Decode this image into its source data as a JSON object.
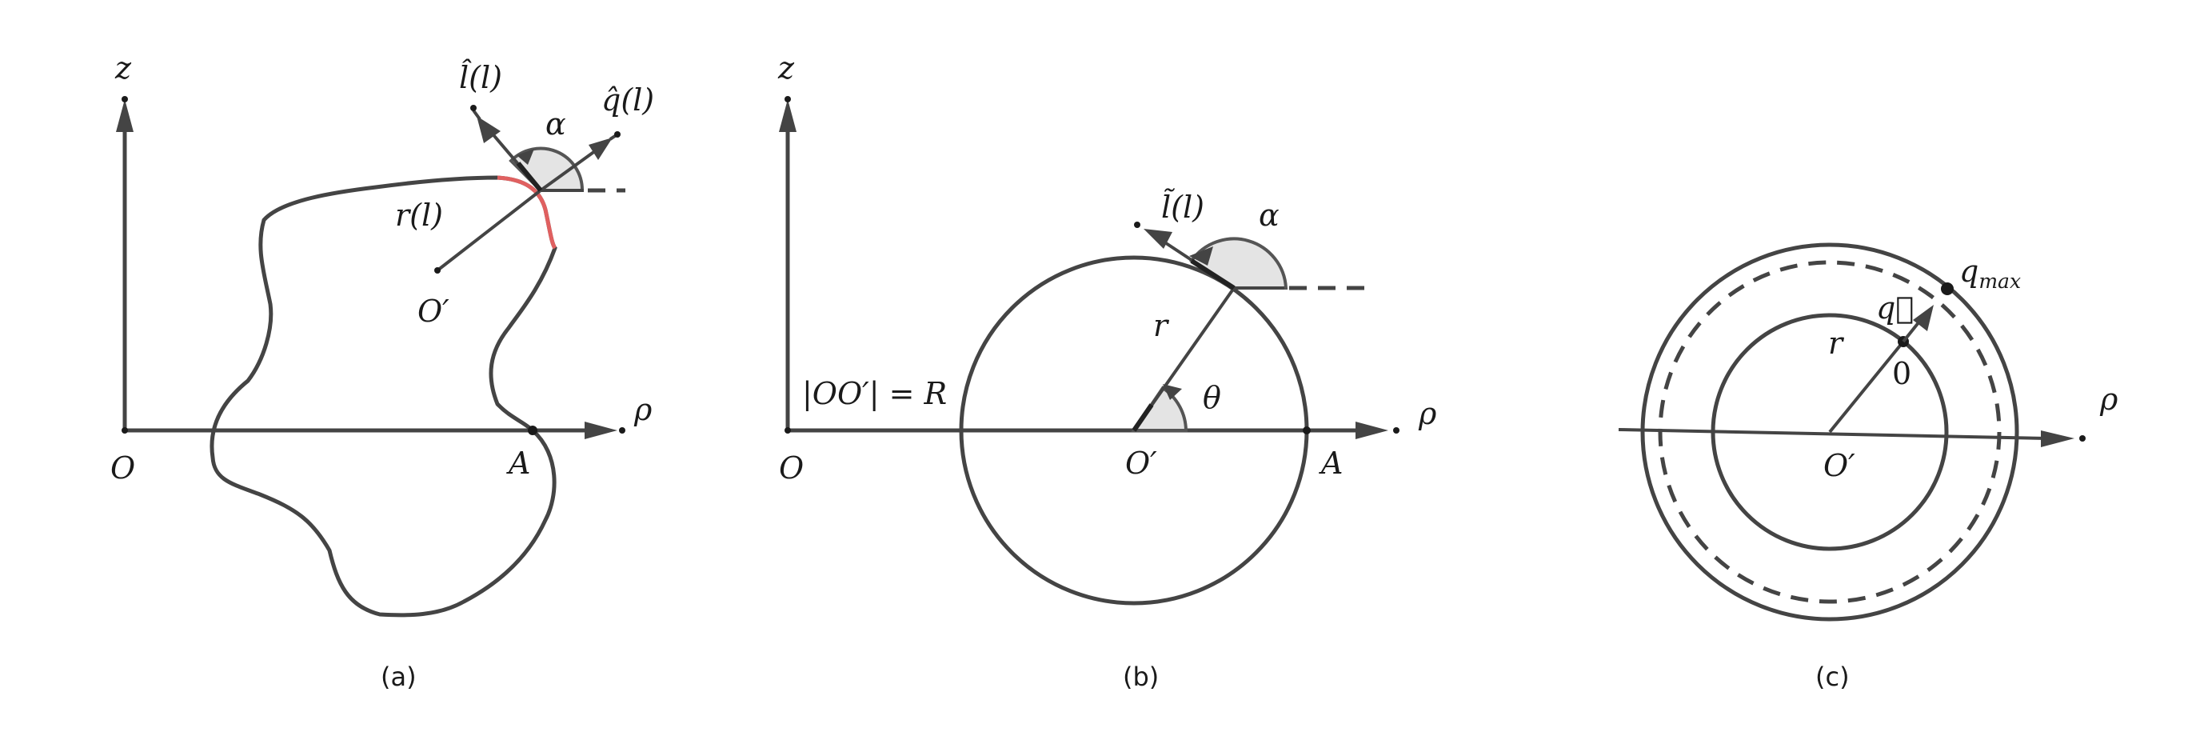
{
  "panels": {
    "a": {
      "caption": "(a)",
      "z_label": "z",
      "rho_label": "ρ",
      "origin_label": "O",
      "center_label": "O′",
      "point_label": "A",
      "radius_label": "r(l)",
      "alpha_label": "α",
      "l_hat_label": "l̂(l)",
      "q_hat_label": "q̂(l)"
    },
    "b": {
      "caption": "(b)",
      "z_label": "z",
      "rho_label": "ρ",
      "origin_label": "O",
      "center_label": "O′",
      "point_label": "A",
      "radius_label": "r",
      "theta_label": "θ",
      "alpha_label": "α",
      "l_tilde_label": "l̃(l)",
      "distance_label": "|OO′| = R"
    },
    "c": {
      "caption": "(c)",
      "rho_label": "ρ",
      "center_label": "O′",
      "radius_label": "r",
      "zero_label": "0",
      "q_vec_label": "q⃗",
      "q_max_label": "q",
      "q_max_sub": "max"
    }
  },
  "colors": {
    "stroke": "#444444",
    "highlight_arc": "#e06060",
    "angle_fill": "#e4e4e4"
  }
}
